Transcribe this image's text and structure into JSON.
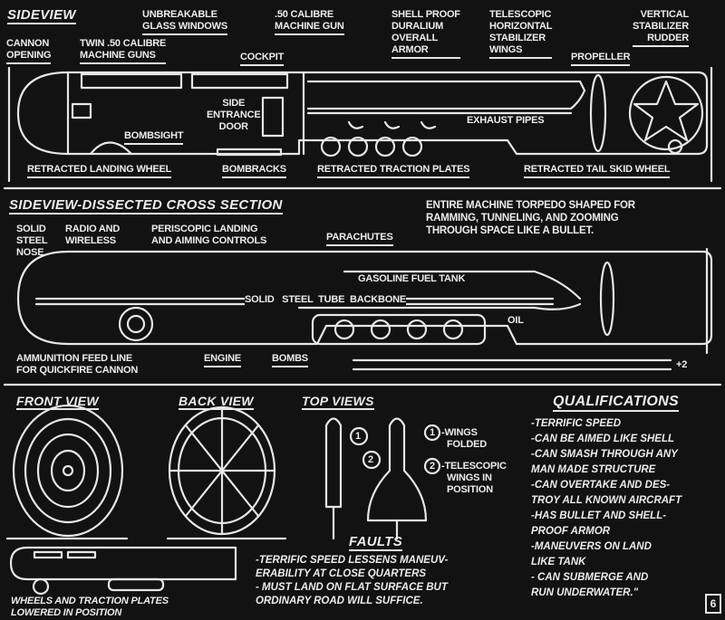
{
  "sideview": {
    "title": "SIDEVIEW",
    "labels": {
      "glass_windows": [
        "UNBREAKABLE",
        "GLASS WINDOWS"
      ],
      "machine_gun": [
        ".50 CALIBRE",
        "MACHINE GUN"
      ],
      "armor": [
        "SHELL PROOF",
        "DURALIUM",
        "OVERALL",
        "ARMOR"
      ],
      "stabilizer_wings": [
        "TELESCOPIC",
        "HORIZONTAL",
        "STABILIZER",
        "WINGS"
      ],
      "rudder": [
        "VERTICAL",
        "STABILIZER",
        "RUDDER"
      ],
      "cannon_opening": [
        "CANNON",
        "OPENING"
      ],
      "twin_guns": [
        "TWIN .50 CALIBRE",
        "MACHINE GUNS"
      ],
      "cockpit": "COCKPIT",
      "propeller": "PROPELLER",
      "side_door": [
        "SIDE",
        "ENTRANCE",
        "DOOR"
      ],
      "exhaust_pipes": "EXHAUST PIPES",
      "bombsight": "BOMBSIGHT",
      "landing_wheel": "RETRACTED LANDING WHEEL",
      "bombracks": "BOMBRACKS",
      "traction_plates": "RETRACTED TRACTION PLATES",
      "tail_skid": "RETRACTED TAIL SKID WHEEL"
    }
  },
  "cross_section": {
    "title": "SIDEVIEW-DISSECTED CROSS SECTION",
    "note": [
      "ENTIRE MACHINE TORPEDO SHAPED FOR",
      "RAMMING, TUNNELING, AND ZOOMING",
      "THROUGH SPACE LIKE A BULLET."
    ],
    "labels": {
      "nose": [
        "SOLID",
        "STEEL",
        "NOSE"
      ],
      "radio": [
        "RADIO AND",
        "WIRELESS"
      ],
      "controls": [
        "PERISCOPIC LANDING",
        "AND AIMING CONTROLS"
      ],
      "parachutes": "PARACHUTES",
      "fuel_tank": "GASOLINE FUEL TANK",
      "backbone": "SOLID   STEEL  TUBE  BACKBONE",
      "oil": "OIL",
      "ammo": [
        "AMMUNITION FEED LINE",
        "FOR QUICKFIRE CANNON"
      ],
      "engine": "ENGINE",
      "bombs": "BOMBS",
      "scale": "+2"
    }
  },
  "views": {
    "front": "FRONT VIEW",
    "back": "BACK VIEW",
    "top": "TOP VIEWS",
    "legend": {
      "n1": "1",
      "n2": "2",
      "item1": [
        "-WINGS",
        "FOLDED"
      ],
      "item2": [
        "-TELESCOPIC",
        "WINGS IN",
        "POSITION"
      ]
    },
    "lowered": [
      "WHEELS AND TRACTION PLATES",
      "LOWERED IN POSITION"
    ]
  },
  "faults": {
    "title": "FAULTS",
    "lines": [
      "-TERRIFIC SPEED LESSENS MANEUV-",
      "ERABILITY  AT CLOSE QUARTERS",
      "- MUST LAND ON FLAT SURFACE BUT",
      "ORDINARY ROAD WILL SUFFICE."
    ]
  },
  "qualifications": {
    "title": "QUALIFICATIONS",
    "lines": [
      "-TERRIFIC SPEED",
      "-CAN BE AIMED LIKE SHELL",
      "-CAN SMASH THROUGH ANY",
      "MAN MADE STRUCTURE",
      "-CAN OVERTAKE AND DES-",
      "TROY ALL KNOWN AIRCRAFT",
      "-HAS BULLET AND SHELL-",
      "PROOF ARMOR",
      "-MANEUVERS ON LAND",
      "LIKE TANK",
      "- CAN SUBMERGE AND",
      "RUN UNDERWATER.\""
    ]
  },
  "page_number": "6"
}
